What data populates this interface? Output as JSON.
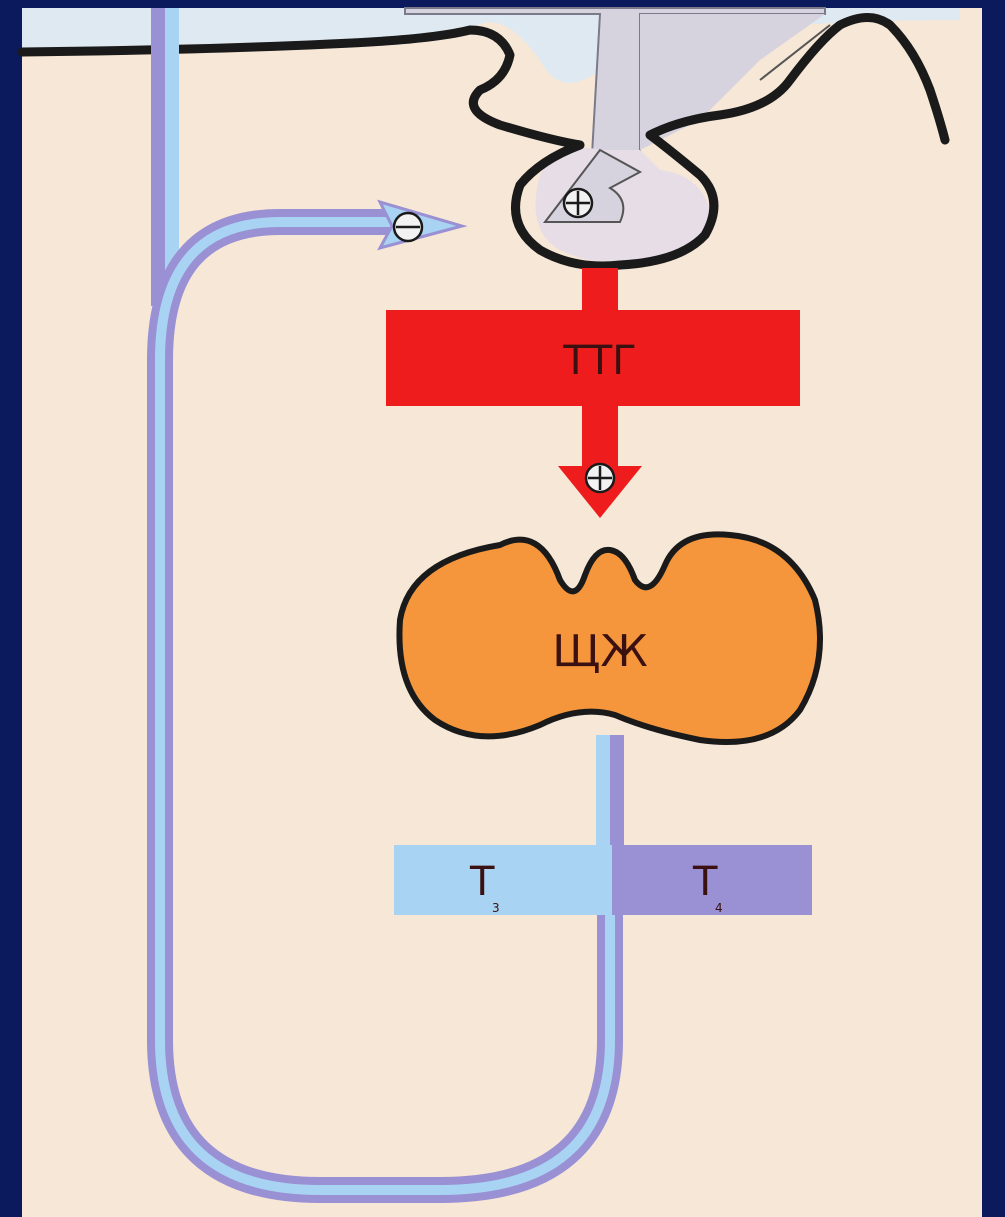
{
  "diagram": {
    "labels": {
      "hormone": "ТТГ",
      "gland": "ЩЖ",
      "t3": "T",
      "t3_sub": "3",
      "t4": "T",
      "t4_sub": "4"
    },
    "signs": {
      "pituitary_stimulation": "+",
      "tsh_stimulation": "+",
      "feedback_inhibition": "−"
    },
    "colors": {
      "page_border": "#0a1a5c",
      "background": "#f6e7d6",
      "hormone_bar": "#ee1c1c",
      "gland_fill": "#f5963c",
      "t3_bar": "#a9d3f2",
      "t4_bar": "#9a90d4",
      "feedback_outer": "#9a90d4",
      "feedback_inner": "#a9d3f2",
      "pituitary": "#d6d3df",
      "outline": "#1a1a1a"
    }
  }
}
